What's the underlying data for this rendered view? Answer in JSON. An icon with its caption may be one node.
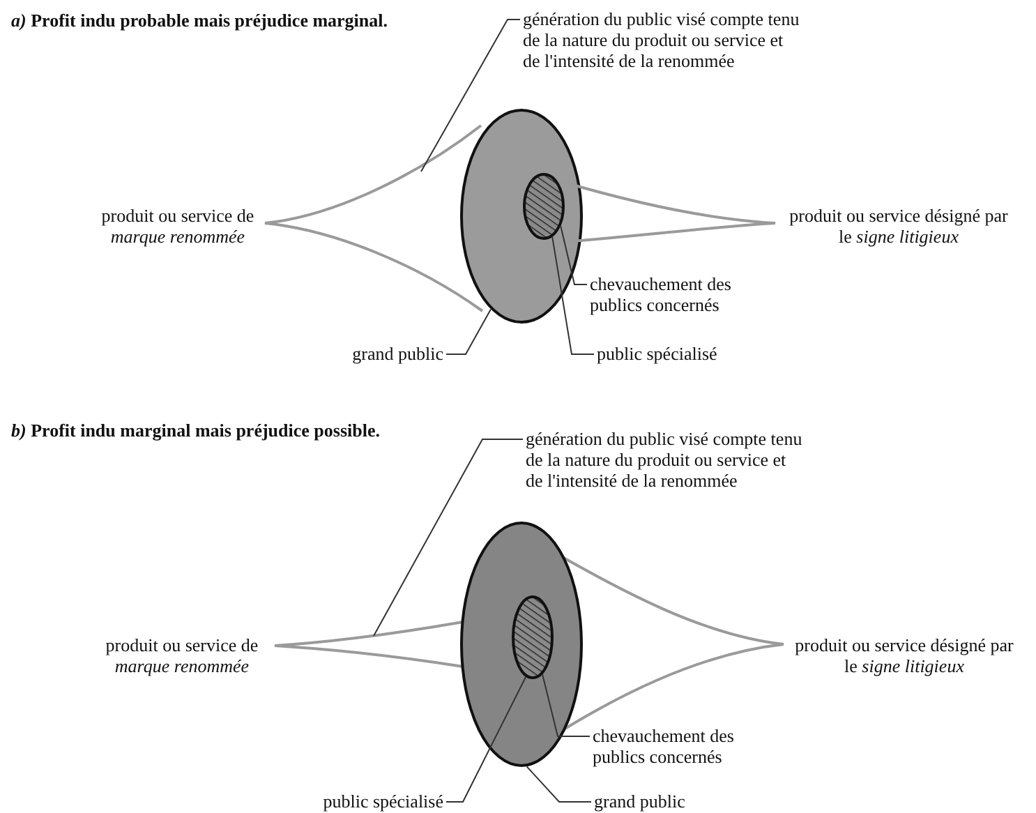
{
  "diagram": {
    "nodes": [
      {
        "text": [],
        "shape": "ellipse"
      },
      {
        "text": [],
        "shape": "ellipse",
        "in": 0
      },
      {
        "text": [
          "génération du public visé compte tenu de la nature du produit ou service et de l'intensité de la renommée"
        ]
      },
      {
        "text": [
          "chevauchement des publics concernés"
        ]
      },
      {
        "text": [
          "grand public"
        ]
      },
      {
        "text": [
          "public spécialisé"
        ]
      },
      {
        "text": [],
        "shape": "ellipse"
      },
      {
        "text": [],
        "shape": "ellipse",
        "in": 6
      },
      {
        "text": [
          "génération du public visé compte tenu de la nature du produit ou service et de l'intensité de la renommée"
        ]
      },
      {
        "text": [
          "chevauchement des publics concernés"
        ]
      },
      {
        "text": [
          "grand public"
        ]
      },
      {
        "text": [
          "public spécialisé"
        ]
      }
    ],
    "edges": [
      {
        "from": 2,
        "to": null,
        "arrow": "none"
      },
      {
        "from": 3,
        "to": 1,
        "arrow": "none"
      },
      {
        "from": 4,
        "to": 0,
        "arrow": "none"
      },
      {
        "from": 5,
        "to": 1,
        "arrow": "none"
      },
      {
        "from": 8,
        "to": null,
        "arrow": "none"
      },
      {
        "from": 9,
        "to": 7,
        "arrow": "none"
      },
      {
        "from": 10,
        "to": 6,
        "arrow": "none"
      },
      {
        "from": 11,
        "to": 7,
        "arrow": "none"
      }
    ],
    "labels": [
      "*a)* Profit indu probable mais préjudice marginal.",
      "produit ou service de *marque renommée*",
      "produit ou service désigné par le *signe litigieux*",
      "*b)* Profit indu marginal mais préjudice possible.",
      "produit ou service de *marque renommée*",
      "produit ou service désigné par le *signe litigieux*"
    ]
  }
}
